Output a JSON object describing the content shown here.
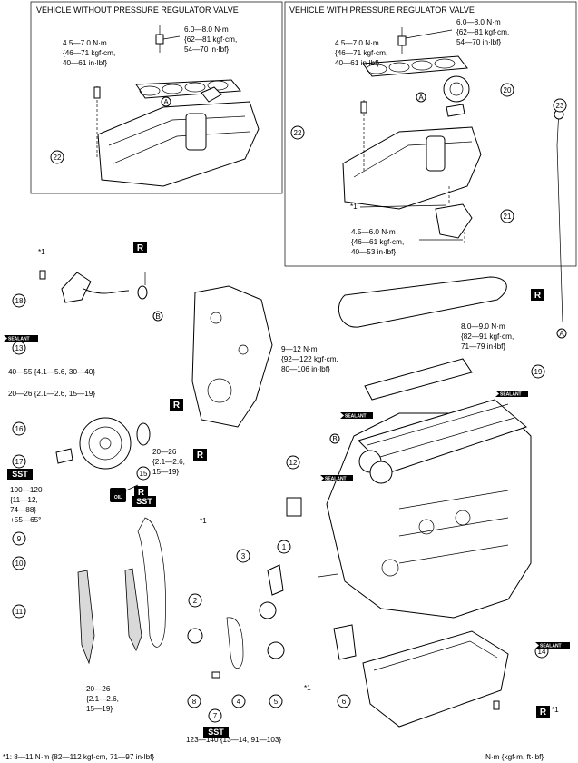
{
  "boxes": {
    "without_title": "VEHICLE WITHOUT PRESSURE REGULATOR VALVE",
    "with_title": "VEHICLE WITH PRESSURE REGULATOR VALVE"
  },
  "torques": {
    "without_bolt": [
      "4.5—7.0 N·m",
      "{46—71 kgf·cm,",
      "40—61 in·lbf}"
    ],
    "without_stud": [
      "6.0—8.0 N·m",
      "{62—81 kgf·cm,",
      "54—70 in·lbf}"
    ],
    "with_bolt": [
      "4.5—7.0 N·m",
      "{46—71 kgf·cm,",
      "40—61 in·lbf}"
    ],
    "with_stud": [
      "6.0—8.0 N·m",
      "{62—81 kgf·cm,",
      "54—70 in·lbf}"
    ],
    "with_bracket": [
      "4.5—6.0 N·m",
      "{46—61 kgf·cm,",
      "40—53 in·lbf}"
    ],
    "head_cover_nut": [
      "8.0—9.0 N·m",
      "{82—91 kgf·cm,",
      "71—79 in·lbf}"
    ],
    "bracket_bolt": [
      "9—12 N·m",
      "{92—122 kgf·cm,",
      "80—106 in·lbf}"
    ],
    "cover_long": "40—55 {4.1—5.6, 30—40}",
    "cover_short": "20—26 {2.1—2.6, 15—19}",
    "cover_lower": [
      "20—26",
      "{2.1—2.6,",
      "15—19}"
    ],
    "pulley": [
      "100—120",
      "{11—12,",
      "74—88}",
      "+55—65°"
    ],
    "guide": [
      "20—26",
      "{2.1—2.6,",
      "15—19}"
    ],
    "idler": "123—140 {13—14, 91—103}"
  },
  "callouts": [
    "1",
    "2",
    "3",
    "4",
    "5",
    "6",
    "7",
    "8",
    "9",
    "10",
    "11",
    "12",
    "13",
    "14",
    "15",
    "16",
    "17",
    "18",
    "19",
    "20",
    "21",
    "22",
    "23"
  ],
  "star1": "*1",
  "letter_a": "A",
  "letter_b": "B",
  "badges": {
    "r": "R",
    "sst": "SST",
    "sealant": "SEALANT",
    "oil": "OIL"
  },
  "footer": {
    "note": "*1: 8—11 N·m {82—112 kgf·cm, 71—97 in·lbf}",
    "units": "N·m {kgf·m, ft·lbf}"
  }
}
